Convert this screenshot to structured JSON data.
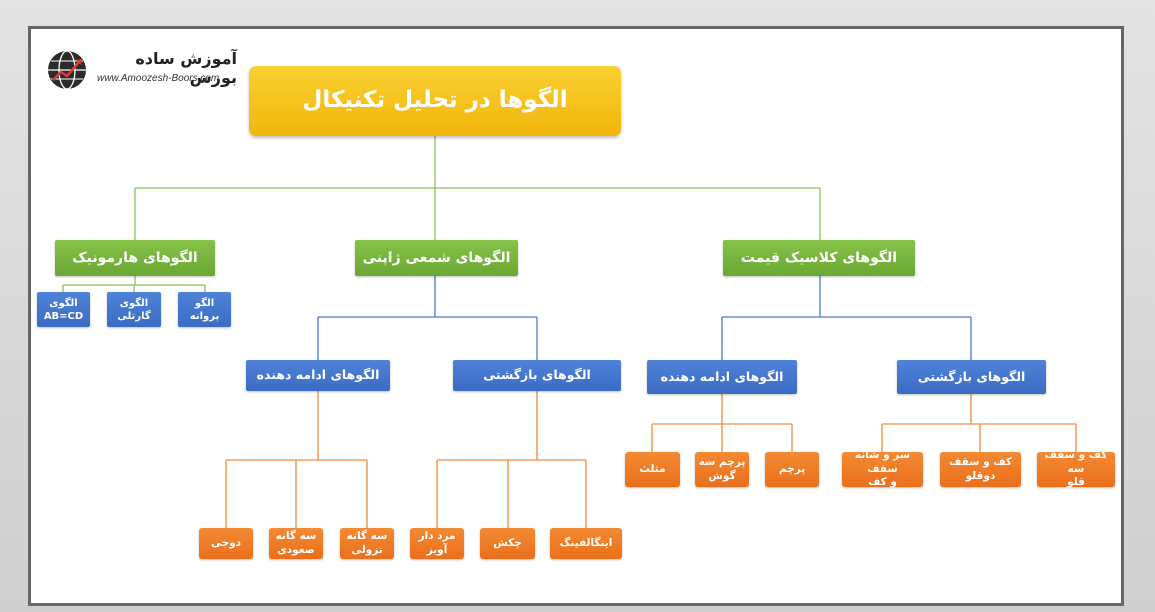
{
  "logo": {
    "title": "آموزش ساده بورس",
    "url": "www.Amoozesh-Boors.com"
  },
  "colors": {
    "root": "#f7c21c",
    "level1": "#76b53e",
    "level2": "#4476cf",
    "level3": "#f07c25",
    "line_green": "#8cc25a",
    "line_blue": "#4a78cf",
    "line_orange": "#f08a3c"
  },
  "root": {
    "label": "الگوها در تحلیل تکنیکال"
  },
  "harmonic": {
    "label": "الگوهای هارمونیک",
    "items": [
      "الگو\nپروانه",
      "الگوی\nگارتلی",
      "الگوی\nAB=CD"
    ]
  },
  "candlestick": {
    "label": "الگوهای شمعی ژاپنی",
    "reversal": {
      "label": "الگوهای بازگشتی",
      "items": [
        "اینگالفینگ",
        "چکش",
        "مرد دار\nآویز"
      ]
    },
    "continuation": {
      "label": "الگوهای ادامه دهنده",
      "items": [
        "سه گانه\nنزولی",
        "سه گانه\nصعودی",
        "دوجی"
      ]
    }
  },
  "classic": {
    "label": "الگوهای کلاسیک قیمت",
    "reversal": {
      "label": "الگوهای بازگشتی",
      "items": [
        "کف و سقف سه\nقلو",
        "کف و سقف\nدوقلو",
        "سر و شانه سقف\nو کف"
      ]
    },
    "continuation": {
      "label": "الگوهای ادامه دهنده",
      "items": [
        "پرچم",
        "پرچم سه\nگوش",
        "مثلث"
      ]
    }
  }
}
